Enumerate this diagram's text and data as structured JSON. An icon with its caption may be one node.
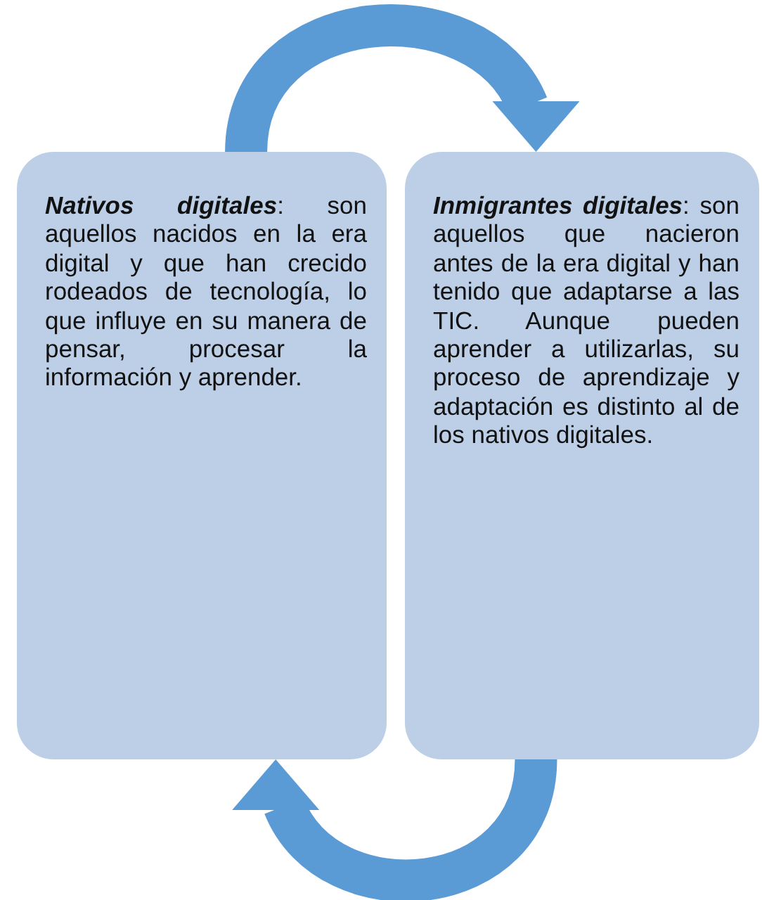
{
  "diagram": {
    "nodes": [
      {
        "text": [
          "**Nativos digitales**: son aquellos nacidos en la era digital y que han crecido rodeados de tecnología, lo que influye en su manera de pensar, procesar la información y aprender."
        ]
      },
      {
        "text": [
          "**Inmigrantes digitales**: son aquellos que nacieron antes de la era digital y han tenido que adaptarse a las TIC. Aunque pueden aprender a utilizarlas, su proceso de aprendizaje y adaptación es distinto al de los nativos digitales."
        ]
      }
    ],
    "edges": [
      {
        "from": 0,
        "to": 1,
        "arrow": "to"
      },
      {
        "from": 1,
        "to": 0,
        "arrow": "to"
      }
    ]
  }
}
